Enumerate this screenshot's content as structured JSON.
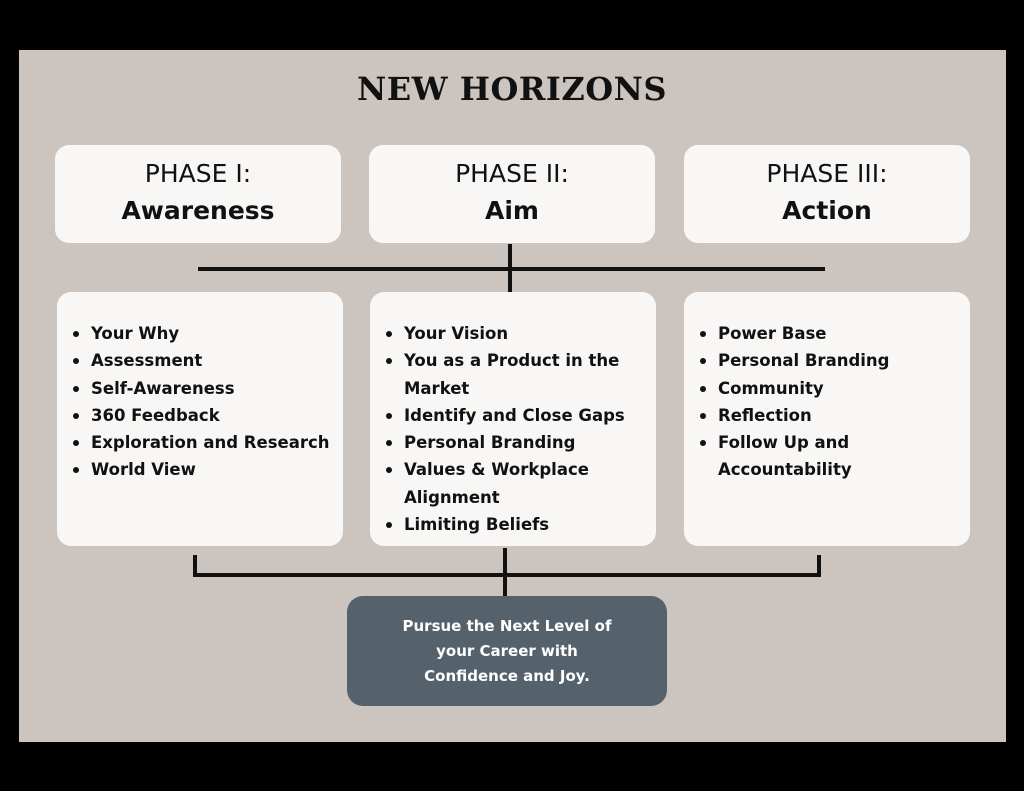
{
  "title": "NEW HORIZONS",
  "phases": [
    {
      "label": "PHASE I:",
      "name": "Awareness",
      "items": [
        "Your Why",
        "Assessment",
        "Self-Awareness",
        "360 Feedback",
        "Exploration and Research",
        "World View"
      ]
    },
    {
      "label": "PHASE II:",
      "name": "Aim",
      "items": [
        "Your Vision",
        "You as a Product in the Market",
        "Identify and Close Gaps",
        "Personal Branding",
        "Values & Workplace Alignment",
        "Limiting Beliefs"
      ]
    },
    {
      "label": "PHASE III:",
      "name": "Action",
      "items": [
        "Power Base",
        "Personal Branding",
        "Community",
        "Reflection",
        "Follow Up and Accountability"
      ]
    }
  ],
  "outcome": "Pursue the Next Level of your Career with Confidence and Joy.",
  "colors": {
    "background": "#000000",
    "board": "#cbc4bf",
    "card": "#f8f7f5",
    "outcome_box": "#55616b",
    "text": "#111111"
  }
}
